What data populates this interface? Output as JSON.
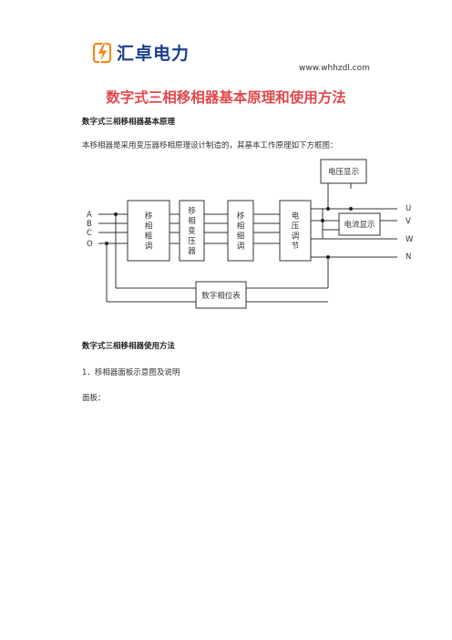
{
  "header": {
    "brand": "汇卓电力",
    "website": "www.whhzdl.com"
  },
  "document": {
    "title": "数字式三相移相器基本原理和使用方法",
    "section1_heading": "数字式三相移相器基本原理",
    "intro": "本移相器是采用变压器移相原理设计制造的，其基本工作原理如下方框图：",
    "section2_heading": "数字式三相移相器使用方法",
    "item1": "1．移相器面板示意图及说明",
    "panel_label": "面板："
  },
  "diagram": {
    "inputs": [
      "A",
      "B",
      "C",
      "O"
    ],
    "blocks": {
      "coarse": "移\n相\n粗\n调",
      "transformer": "移\n相\n变\n压\n器",
      "fine": "移\n相\n细\n调",
      "voltage_reg": "电\n压\n调\n节",
      "voltage_display": "电压显示",
      "current_display": "电流显示",
      "phase_meter": "数字相位表"
    },
    "outputs": [
      "U",
      "V",
      "W",
      "N"
    ]
  },
  "colors": {
    "title": "#e0484c",
    "brand_blue": "#1c3f8c",
    "brand_orange": "#f08a1c"
  }
}
